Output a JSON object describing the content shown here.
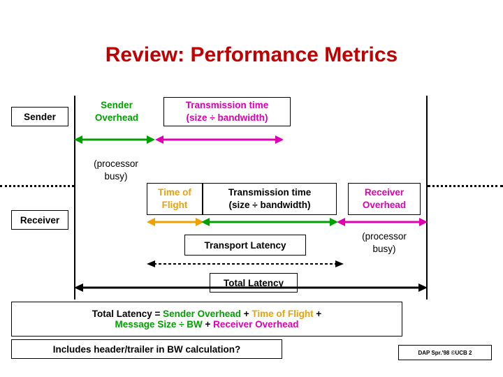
{
  "slide": {
    "title": "Review: Performance Metrics",
    "footer": "DAP Spr.'98 ©UCB 2"
  },
  "labels": {
    "sender": "Sender",
    "receiver": "Receiver",
    "sender_overhead": "Sender\nOverhead",
    "sender_overhead_l1": "Sender",
    "sender_overhead_l2": "Overhead",
    "transmission_top_l1": "Transmission time",
    "transmission_top_l2": "(size ÷ bandwidth)",
    "processor_busy_top_l1": "(processor",
    "processor_busy_top_l2": "busy)",
    "time_of_flight_l1": "Time of",
    "time_of_flight_l2": "Flight",
    "transmission_bottom_l1": "Transmission time",
    "transmission_bottom_l2": "(size ÷ bandwidth)",
    "receiver_overhead_l1": "Receiver",
    "receiver_overhead_l2": "Overhead",
    "processor_busy_bottom_l1": "(processor",
    "processor_busy_bottom_l2": "busy)",
    "transport_latency": "Transport Latency",
    "total_latency": "Total Latency"
  },
  "formula": {
    "line1_part1": "Total Latency = ",
    "line1_part2": "Sender Overhead",
    "line1_part3": " + ",
    "line1_part4": "Time of Flight",
    "line1_part5": " +",
    "line2_part1": "Message Size ÷ BW",
    "line2_part2": " + ",
    "line2_part3": "Receiver Overhead",
    "question": "Includes header/trailer in BW calculation?"
  },
  "colors": {
    "title": "#c00000",
    "sender_overhead": "#00a000",
    "transmission": "#e000b0",
    "time_of_flight": "#f0a000",
    "receiver_overhead": "#e000b0",
    "black": "#000000"
  }
}
